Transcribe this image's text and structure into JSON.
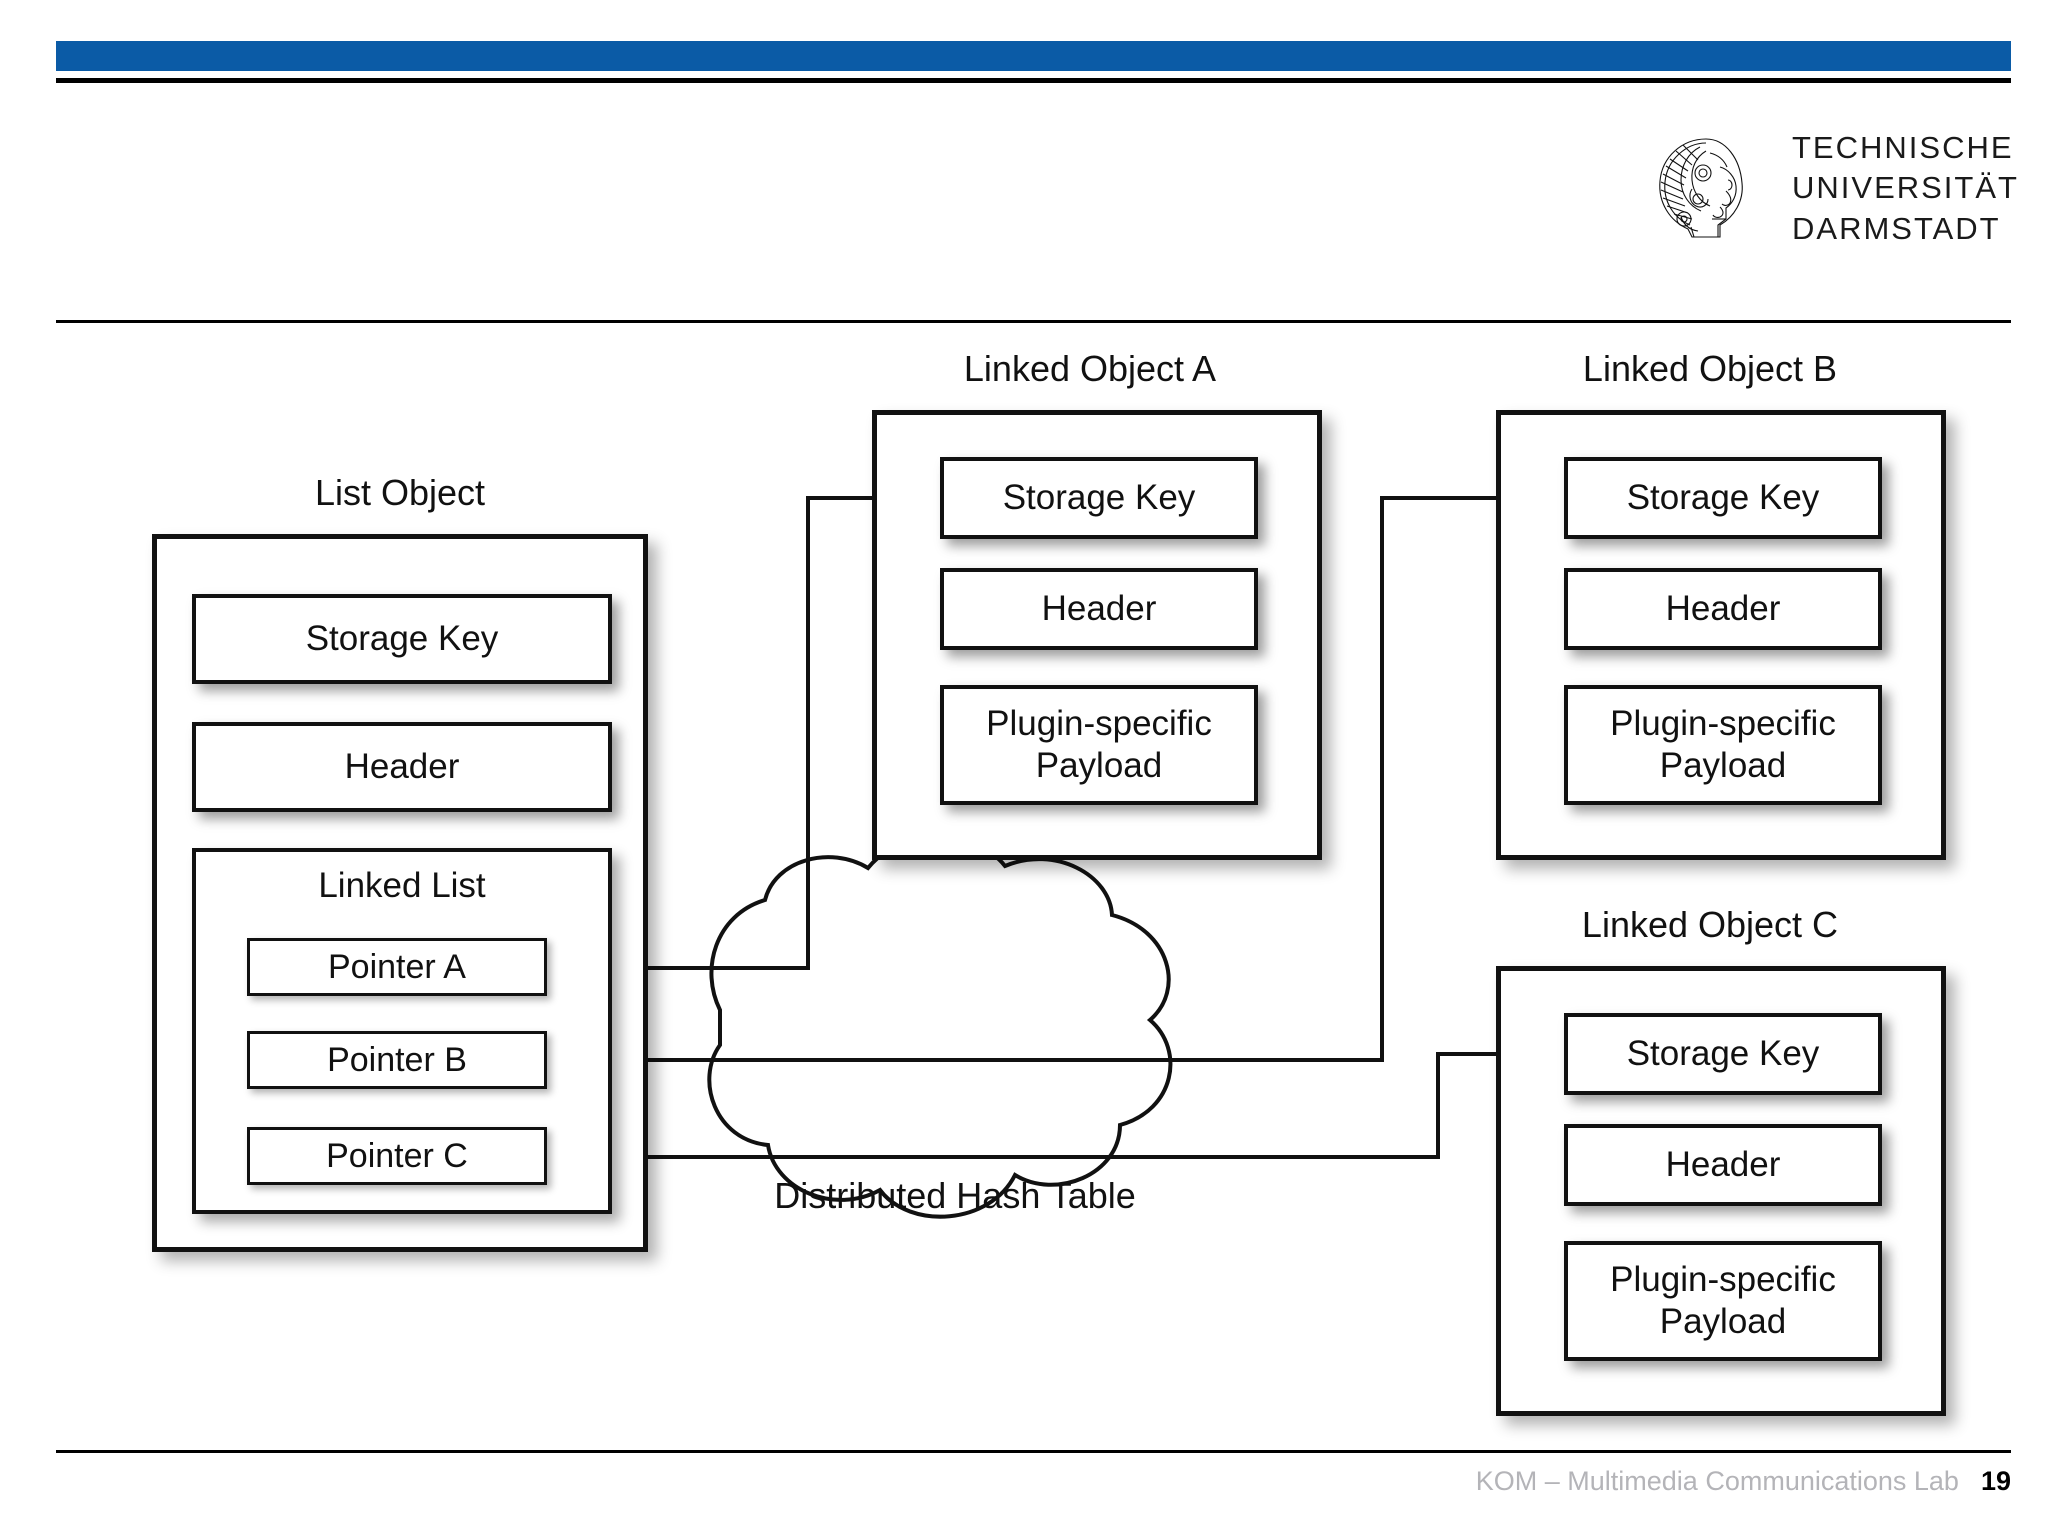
{
  "slide": {
    "accent_color": "#0b5ba6",
    "rule_color": "#000000",
    "background": "#ffffff"
  },
  "logo": {
    "icon": "athena-head-icon",
    "line1": "TECHNISCHE",
    "line2": "UNIVERSITÄT",
    "line3": "DARMSTADT"
  },
  "footer": {
    "lab": "KOM – Multimedia Communications Lab",
    "page_number": "19",
    "lab_color": "#b4b4b8"
  },
  "diagram": {
    "list_object": {
      "title": "List Object",
      "fields": [
        {
          "label": "Storage Key"
        },
        {
          "label": "Header"
        }
      ],
      "linked_list": {
        "title": "Linked List",
        "pointers": [
          {
            "label": "Pointer A"
          },
          {
            "label": "Pointer B"
          },
          {
            "label": "Pointer C"
          }
        ]
      }
    },
    "linked_objects": [
      {
        "title": "Linked Object A",
        "fields": [
          {
            "label": "Storage Key"
          },
          {
            "label": "Header"
          },
          {
            "label": "Plugin-specific\nPayload"
          }
        ]
      },
      {
        "title": "Linked Object B",
        "fields": [
          {
            "label": "Storage Key"
          },
          {
            "label": "Header"
          },
          {
            "label": "Plugin-specific\nPayload"
          }
        ]
      },
      {
        "title": "Linked Object C",
        "fields": [
          {
            "label": "Storage Key"
          },
          {
            "label": "Header"
          },
          {
            "label": "Plugin-specific\nPayload"
          }
        ]
      }
    ],
    "cloud": {
      "label": "Distributed Hash Table"
    },
    "connectors": [
      {
        "from": "Pointer A",
        "to": "Linked Object A / Storage Key"
      },
      {
        "from": "Pointer B",
        "to": "Linked Object B / Storage Key"
      },
      {
        "from": "Pointer C",
        "to": "Linked Object C / Storage Key"
      }
    ]
  }
}
